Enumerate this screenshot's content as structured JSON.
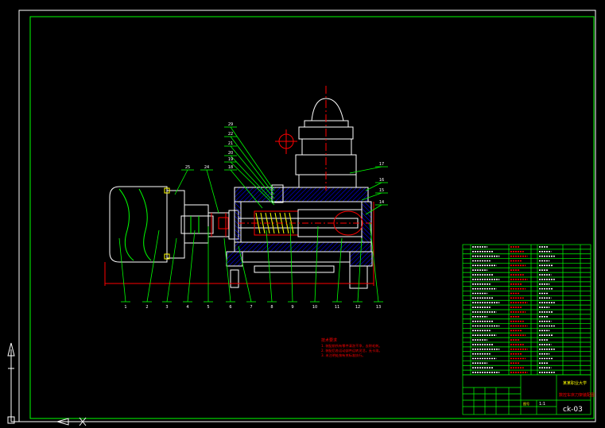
{
  "drawing": {
    "balloons": [
      "1",
      "2",
      "3",
      "4",
      "5",
      "6",
      "7",
      "8",
      "9",
      "10",
      "11",
      "12",
      "13"
    ],
    "upper_balloons": [
      "29",
      "25",
      "24",
      "22",
      "21",
      "20",
      "19",
      "18",
      "17",
      "16",
      "15",
      "14"
    ],
    "notes": {
      "title": "技术要求",
      "lines": [
        "1. 装配前所有零件清洗干净，去除毛刺。",
        "2. 装配后各运动部件运转灵活，无卡滞。",
        "3. 未注明处按有关标准执行。"
      ]
    },
    "title_block": {
      "school": "某某职业大学",
      "drawing_title": "数控车床刀架装配图",
      "drawing_no": "ck-03",
      "scale": "1:1",
      "sheet_label": "图号"
    }
  },
  "colors": {
    "frame": "#00ff00",
    "part": "#ffffff",
    "hatch": "#0000ff",
    "dims": "#ff0000",
    "balloon_lines": "#00ff00",
    "notes": "#ff0000"
  }
}
